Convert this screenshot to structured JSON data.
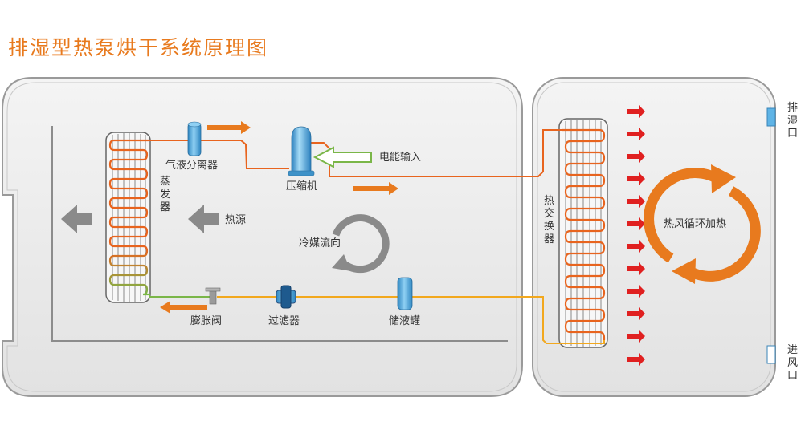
{
  "title": "排湿型热泵烘干系统原理图",
  "labels": {
    "gas_liquid_separator": "气液分离器",
    "compressor": "压缩机",
    "power_input": "电能输入",
    "evaporator": "蒸发器",
    "heat_source": "热源",
    "refrigerant_flow": "冷媒流向",
    "expansion_valve": "膨胀阀",
    "filter": "过滤器",
    "receiver": "储液罐",
    "heat_exchanger": "热交换器",
    "hot_air_circulation": "热风循环加热",
    "dehumidify_port": "排湿口",
    "air_inlet": "进风口"
  },
  "colors": {
    "hot_pipe": "#e8641e",
    "liquid_pipe": "#f2a81e",
    "cold_pipe": "#7ab648",
    "arrow_orange": "#e87a1e",
    "arrow_red": "#e02020",
    "arrow_gray": "#8a8a8a",
    "component_blue": "#4aa8d8",
    "panel_fill": "#ececec"
  }
}
